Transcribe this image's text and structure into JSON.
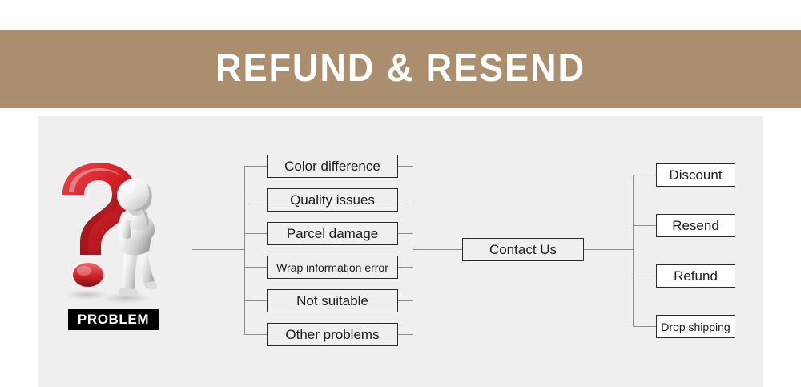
{
  "header": {
    "title": "REFUND & RESEND",
    "background_color": "#ab8e6e",
    "text_color": "#ffffff"
  },
  "panel": {
    "background_color": "#efefef"
  },
  "problem": {
    "label": "PROBLEM",
    "label_background_color": "#000000",
    "label_text_color": "#ffffff",
    "icon": "question-mark-thinking-person",
    "accent_color": "#cc2127"
  },
  "diagram": {
    "type": "flowchart",
    "line_color": "#8c8c8c",
    "box_border_color": "#2b2b2b",
    "problem_causes": [
      {
        "label": "Color difference",
        "small": false
      },
      {
        "label": "Quality issues",
        "small": false
      },
      {
        "label": "Parcel damage",
        "small": false
      },
      {
        "label": "Wrap information error",
        "small": true
      },
      {
        "label": "Not suitable",
        "small": false
      },
      {
        "label": "Other problems",
        "small": false
      }
    ],
    "hub": {
      "label": "Contact Us"
    },
    "resolutions": [
      {
        "label": "Discount",
        "small": false
      },
      {
        "label": "Resend",
        "small": false
      },
      {
        "label": "Refund",
        "small": false
      },
      {
        "label": "Drop shipping",
        "small": true
      }
    ]
  }
}
